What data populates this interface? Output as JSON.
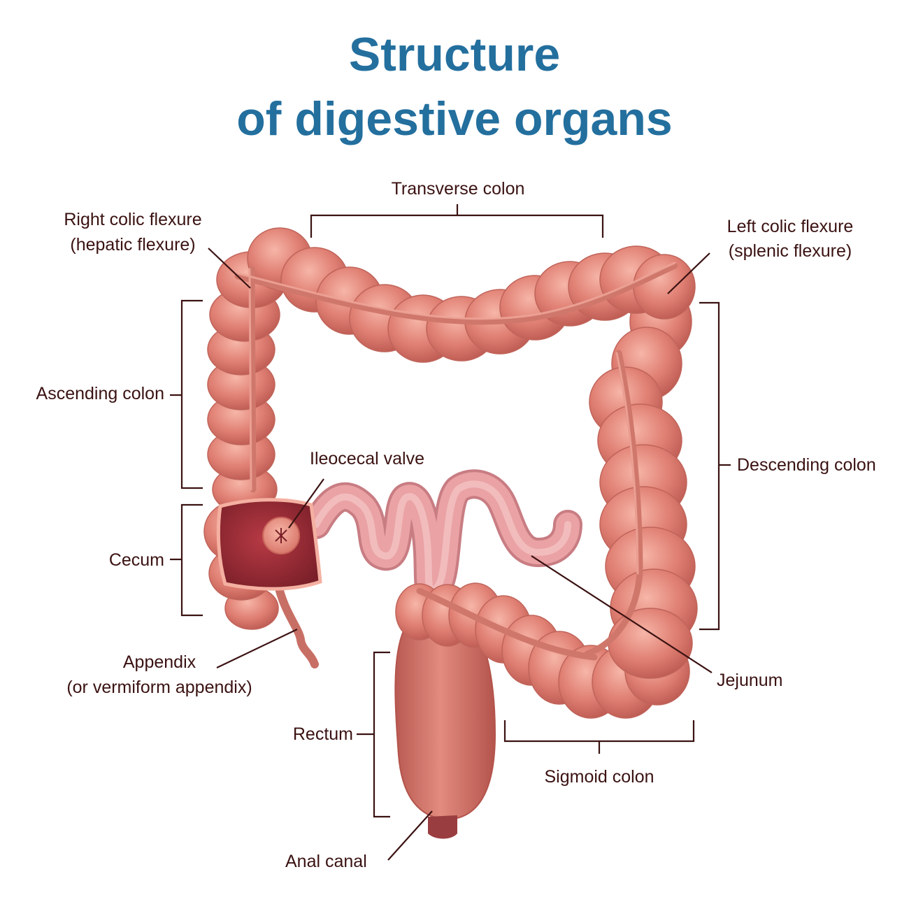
{
  "title": {
    "line1": "Structure",
    "line2": "of digestive organs"
  },
  "labels": {
    "transverse_colon": "Transverse colon",
    "right_flexure_1": "Right colic flexure",
    "right_flexure_2": "(hepatic flexure)",
    "left_flexure_1": "Left colic flexure",
    "left_flexure_2": "(splenic flexure)",
    "ascending_colon": "Ascending colon",
    "ileocecal_valve": "Ileocecal valve",
    "descending_colon": "Descending colon",
    "cecum": "Cecum",
    "appendix_1": "Appendix",
    "appendix_2": "(or vermiform appendix)",
    "jejunum": "Jejunum",
    "rectum": "Rectum",
    "sigmoid_colon": "Sigmoid colon",
    "anal_canal": "Anal canal"
  },
  "colors": {
    "title": "#236f9e",
    "label_text": "#3b1212",
    "leader_line": "#3b1212",
    "colon": "#e07f73",
    "colon_highlight": "#f6b6a8",
    "colon_shadow": "#b9574f",
    "small_intestine": "#eaa2a4",
    "cecum_interior": "#9e2a35",
    "rectum": "#d9766b"
  }
}
